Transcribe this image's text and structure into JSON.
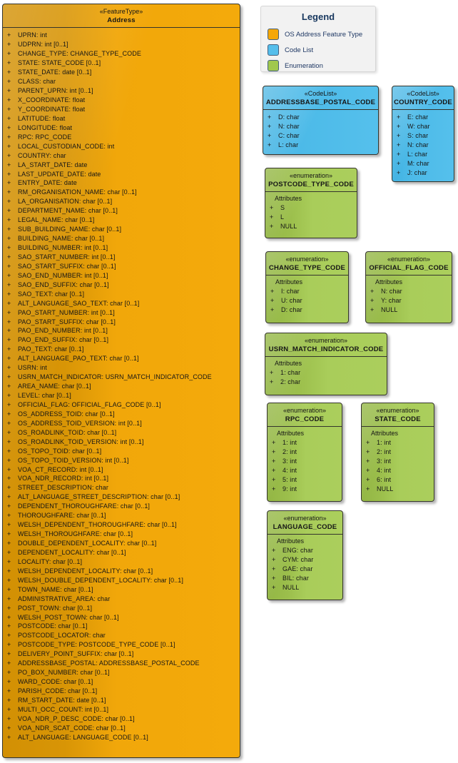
{
  "uml": {
    "visibility": "+"
  },
  "colors": {
    "feature_fill": "#F2A80B",
    "feature_fill_dark": "#D29004",
    "codelist_fill": "#4FBCE9",
    "enum_fill": "#A5C957",
    "box_border": "#34342C",
    "legend_background": "#F2F2F2",
    "legend_text": "#1F3864"
  },
  "legend": {
    "title": "Legend",
    "items": [
      {
        "label": "OS Address Feature Type",
        "color": "#F5A707"
      },
      {
        "label": "Code List",
        "color": "#55BEEB"
      },
      {
        "label": "Enumeration",
        "color": "#A0C84E"
      }
    ]
  },
  "feature_type": {
    "stereotype": "«FeatureType»",
    "name": "Address",
    "attributes": [
      "UPRN: int",
      "UDPRN: int [0..1]",
      "CHANGE_TYPE: CHANGE_TYPE_CODE",
      "STATE: STATE_CODE [0..1]",
      "STATE_DATE: date [0..1]",
      "CLASS: char",
      "PARENT_UPRN: int [0..1]",
      "X_COORDINATE: float",
      "Y_COORDINATE: float",
      "LATITUDE: float",
      "LONGITUDE: float",
      "RPC: RPC_CODE",
      "LOCAL_CUSTODIAN_CODE: int",
      "COUNTRY: char",
      "LA_START_DATE: date",
      "LAST_UPDATE_DATE: date",
      "ENTRY_DATE: date",
      "RM_ORGANISATION_NAME: char [0..1]",
      "LA_ORGANISATION: char [0..1]",
      "DEPARTMENT_NAME: char [0..1]",
      "LEGAL_NAME: char [0..1]",
      "SUB_BUILDING_NAME: char [0..1]",
      "BUILDING_NAME: char [0..1]",
      "BUILDING_NUMBER: int [0..1]",
      "SAO_START_NUMBER: int [0..1]",
      "SAO_START_SUFFIX: char [0..1]",
      "SAO_END_NUMBER: int [0..1]",
      "SAO_END_SUFFIX: char [0..1]",
      "SAO_TEXT: char [0..1]",
      "ALT_LANGUAGE_SAO_TEXT: char [0..1]",
      "PAO_START_NUMBER: int [0..1]",
      "PAO_START_SUFFIX: char [0..1]",
      "PAO_END_NUMBER: int [0..1]",
      "PAO_END_SUFFIX: char [0..1]",
      "PAO_TEXT: char [0..1]",
      "ALT_LANGUAGE_PAO_TEXT: char [0..1]",
      "USRN: int",
      "USRN_MATCH_INDICATOR: USRN_MATCH_INDICATOR_CODE",
      "AREA_NAME: char [0..1]",
      "LEVEL: char [0..1]",
      "OFFICIAL_FLAG: OFFICIAL_FLAG_CODE [0..1]",
      "OS_ADDRESS_TOID: char [0..1]",
      "OS_ADDRESS_TOID_VERSION: int [0..1]",
      "OS_ROADLINK_TOID: char [0..1]",
      "OS_ROADLINK_TOID_VERSION: int [0..1]",
      "OS_TOPO_TOID: char [0..1]",
      "OS_TOPO_TOID_VERSION: int [0..1]",
      "VOA_CT_RECORD: int [0..1]",
      "VOA_NDR_RECORD: int [0..1]",
      "STREET_DESCRIPTION: char",
      "ALT_LANGUAGE_STREET_DESCRIPTION: char [0..1]",
      "DEPENDENT_THOROUGHFARE: char [0..1]",
      "THOROUGHFARE: char [0..1]",
      "WELSH_DEPENDENT_THOROUGHFARE: char [0..1]",
      "WELSH_THOROUGHFARE: char [0..1]",
      "DOUBLE_DEPENDENT_LOCALITY: char [0..1]",
      "DEPENDENT_LOCALITY: char [0..1]",
      "LOCALITY: char [0..1]",
      "WELSH_DEPENDENT_LOCALITY: char [0..1]",
      "WELSH_DOUBLE_DEPENDENT_LOCALITY: char [0..1]",
      "TOWN_NAME: char [0..1]",
      "ADMINISTRATIVE_AREA: char",
      "POST_TOWN: char [0..1]",
      "WELSH_POST_TOWN: char [0..1]",
      "POSTCODE: char [0..1]",
      "POSTCODE_LOCATOR: char",
      "POSTCODE_TYPE: POSTCODE_TYPE_CODE [0..1]",
      "DELIVERY_POINT_SUFFIX: char [0..1]",
      "ADDRESSBASE_POSTAL: ADDRESSBASE_POSTAL_CODE",
      "PO_BOX_NUMBER: char [0..1]",
      "WARD_CODE: char [0..1]",
      "PARISH_CODE: char [0..1]",
      "RM_START_DATE: date [0..1]",
      "MULTI_OCC_COUNT: int [0..1]",
      "VOA_NDR_P_DESC_CODE: char [0..1]",
      "VOA_NDR_SCAT_CODE: char [0..1]",
      "ALT_LANGUAGE: LANGUAGE_CODE [0..1]"
    ]
  },
  "boxes": [
    {
      "stereotype": "«CodeList»",
      "name": "ADDRESSBASE_POSTAL_CODE",
      "kind": "codelist",
      "items": [
        "D: char",
        "N: char",
        "C: char",
        "L: char"
      ]
    },
    {
      "stereotype": "«CodeList»",
      "name": "COUNTRY_CODE",
      "kind": "codelist",
      "items": [
        "E: char",
        "W: char",
        "S: char",
        "N: char",
        "L: char",
        "M: char",
        "J: char"
      ]
    },
    {
      "stereotype": "«enumeration»",
      "name": "POSTCODE_TYPE_CODE",
      "kind": "enumeration",
      "attributes_label": "Attributes",
      "items": [
        "S",
        "L",
        "NULL"
      ]
    },
    {
      "stereotype": "«enumeration»",
      "name": "CHANGE_TYPE_CODE",
      "kind": "enumeration",
      "attributes_label": "Attributes",
      "items": [
        "I: char",
        "U: char",
        "D: char"
      ]
    },
    {
      "stereotype": "«enumeration»",
      "name": "OFFICIAL_FLAG_CODE",
      "kind": "enumeration",
      "attributes_label": "Attributes",
      "items": [
        "N: char",
        "Y: char",
        "NULL"
      ]
    },
    {
      "stereotype": "«enumeration»",
      "name": "USRN_MATCH_INDICATOR_CODE",
      "kind": "enumeration",
      "attributes_label": "Attributes",
      "items": [
        "1: char",
        "2: char"
      ]
    },
    {
      "stereotype": "«enumeration»",
      "name": "RPC_CODE",
      "kind": "enumeration",
      "attributes_label": "Attributes",
      "items": [
        "1: int",
        "2: int",
        "3: int",
        "4: int",
        "5: int",
        "9: int"
      ]
    },
    {
      "stereotype": "«enumeration»",
      "name": "STATE_CODE",
      "kind": "enumeration",
      "attributes_label": "Attributes",
      "items": [
        "1: int",
        "2: int",
        "3: int",
        "4: int",
        "6: int",
        "NULL"
      ]
    },
    {
      "stereotype": "«enumeration»",
      "name": "LANGUAGE_CODE",
      "kind": "enumeration",
      "attributes_label": "Attributes",
      "items": [
        "ENG: char",
        "CYM: char",
        "GAE: char",
        "BIL: char",
        "NULL"
      ]
    }
  ]
}
